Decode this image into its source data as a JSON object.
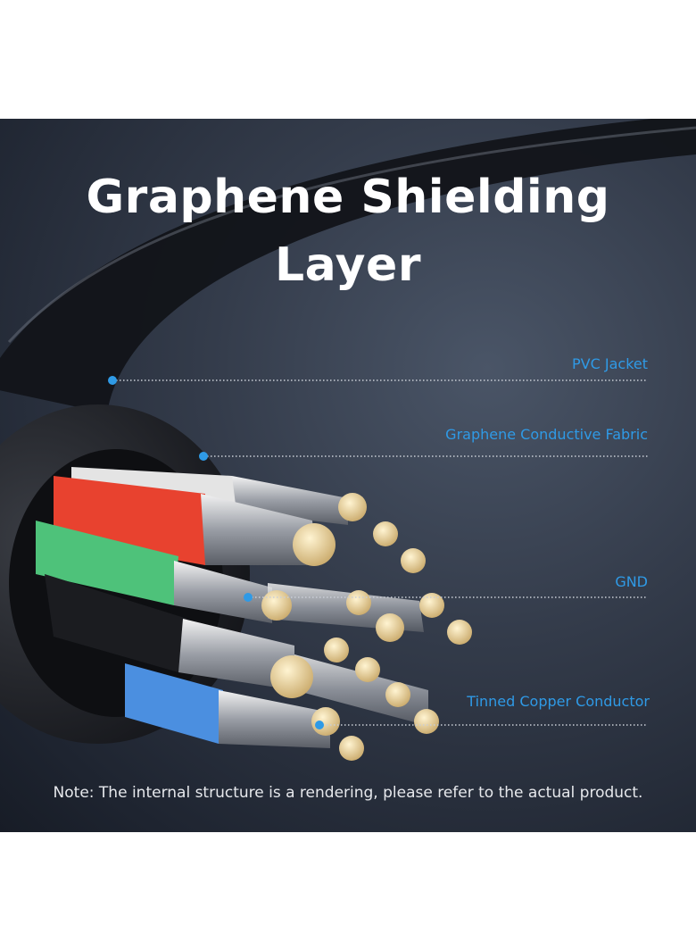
{
  "title": {
    "line1": "Graphene Shielding",
    "line2": "Layer"
  },
  "callouts": [
    {
      "label": "PVC Jacket"
    },
    {
      "label": "Graphene Conductive Fabric"
    },
    {
      "label": "GND"
    },
    {
      "label": "Tinned Copper Conductor"
    }
  ],
  "note": "Note: The internal structure is a rendering, please refer to the actual product.",
  "colors": {
    "accent": "#2f9ae6",
    "background": "#2a313e",
    "wire_red": "#e8422f",
    "wire_green": "#4ec27a",
    "wire_white": "#e6e6e6",
    "wire_blue": "#4b8fe0",
    "wire_black": "#1c1c1c",
    "conductor_tin": "#e3cf9a"
  }
}
